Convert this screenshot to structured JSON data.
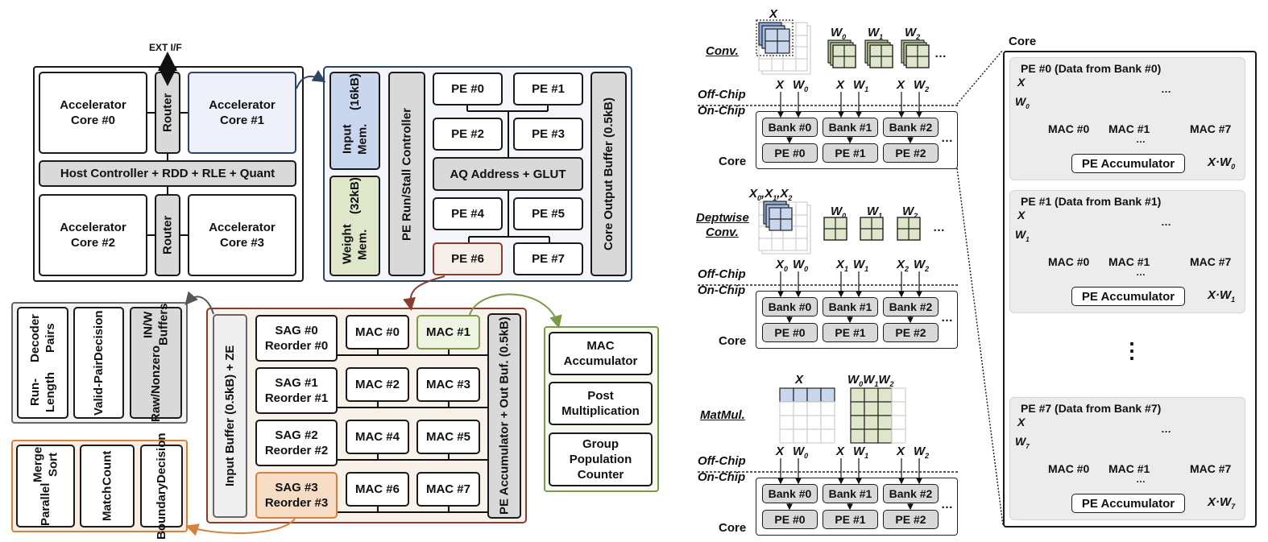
{
  "colors": {
    "core1_fill": "#eef1fa",
    "core_detail_border": "#2f4566",
    "input_mem": "#c9d7ee",
    "weight_mem": "#dfe6c9",
    "pe6_border": "#8b3a2e",
    "pe6_fill": "#f6efe9",
    "pe_detail_border": "#8b3a2e",
    "mac1_border": "#7b9a4a",
    "mac1_fill": "#eef3e2",
    "mac_detail_border": "#7b9a4a",
    "sag3_fill": "#f6dcc4",
    "sag3_border": "#d4833f",
    "sort_group_border": "#d4833f",
    "sort_group_fill": "#fbeee1",
    "decoder_group_border": "#666666",
    "x_light": "#c9d7ee",
    "x_mid": "#8ea9dc",
    "x_dark": "#2f4566",
    "w_light": "#dfe6c9",
    "w_mid": "#7b9a4a",
    "w_dark": "#4f6228"
  },
  "chip": {
    "ext_if": "EXT I/F",
    "cores": [
      "Accelerator Core #0",
      "Accelerator Core #1",
      "Accelerator Core #2",
      "Accelerator Core #3"
    ],
    "router": "Router",
    "host": "Host Controller + RDD + RLE + Quant"
  },
  "core_detail": {
    "input_mem": [
      "Input Mem.",
      "(16kB)"
    ],
    "weight_mem": [
      "Weight Mem.",
      "(32kB)"
    ],
    "controller": "PE Run/Stall Controller",
    "pes": [
      "PE #0",
      "PE #1",
      "PE #2",
      "PE #3",
      "PE #4",
      "PE #5",
      "PE #6",
      "PE #7"
    ],
    "aq": "AQ Address + GLUT",
    "output_buffer": "Core Output Buffer (0.5kB)"
  },
  "decoder_group": {
    "items": [
      [
        "Run-Length",
        "Decoder Pairs"
      ],
      [
        "Valid-Pair",
        "Decision"
      ],
      [
        "Raw/Nonzero",
        "IN/W Buffers"
      ]
    ]
  },
  "sort_group": {
    "items": [
      [
        "Parallel",
        "Merge Sort"
      ],
      [
        "Match",
        "Count"
      ],
      [
        "Boundary",
        "Decision"
      ]
    ]
  },
  "pe_detail": {
    "input_buffer": "Input Buffer (0.5kB) + ZE",
    "sags": [
      [
        "SAG #0",
        "Reorder #0"
      ],
      [
        "SAG #1",
        "Reorder #1"
      ],
      [
        "SAG #2",
        "Reorder #2"
      ],
      [
        "SAG #3",
        "Reorder #3"
      ]
    ],
    "macs": [
      "MAC #0",
      "MAC #1",
      "MAC #2",
      "MAC #3",
      "MAC #4",
      "MAC #5",
      "MAC #6",
      "MAC #7"
    ],
    "accumulator": "PE Accumulator + Out Buf. (0.5kB)"
  },
  "mac_detail": {
    "items": [
      [
        "MAC",
        "Accumulator"
      ],
      [
        "Post",
        "Multiplication"
      ],
      [
        "Group",
        "Population",
        "Counter"
      ]
    ]
  },
  "dataflow": {
    "off_chip": "Off-Chip",
    "on_chip": "On-Chip",
    "core": "Core",
    "ellipsis": "…",
    "banks": [
      "Bank #0",
      "Bank #1",
      "Bank #2"
    ],
    "pes": [
      "PE #0",
      "PE #1",
      "PE #2"
    ],
    "sections": [
      {
        "title": "Conv.",
        "tensor_labels": [
          "X",
          "W0",
          "W1",
          "W2"
        ],
        "inputs": [
          [
            "X",
            "W0"
          ],
          [
            "X",
            "W1"
          ],
          [
            "X",
            "W2"
          ]
        ]
      },
      {
        "title": [
          "Deptwise",
          "Conv."
        ],
        "tensor_labels": [
          "X0, X1, X2",
          "W0",
          "W1",
          "W2"
        ],
        "inputs": [
          [
            "X0",
            "W0"
          ],
          [
            "X1",
            "W1"
          ],
          [
            "X2",
            "W2"
          ]
        ]
      },
      {
        "title": "MatMul.",
        "tensor_labels": [
          "X",
          "W0 W1 W2"
        ],
        "inputs": [
          [
            "X",
            "W0"
          ],
          [
            "X",
            "W1"
          ],
          [
            "X",
            "W2"
          ]
        ]
      }
    ]
  },
  "core_zoom": {
    "title": "Core",
    "vdots": "⋮",
    "pes": [
      {
        "title": "PE #0 (Data from Bank #0)",
        "x": "X",
        "w": "W",
        "w_sub": "0",
        "macs": [
          "MAC #0",
          "MAC #1",
          "MAC #7"
        ],
        "acc": "PE Accumulator",
        "out": "X·W",
        "out_sub": "0"
      },
      {
        "title": "PE #1 (Data from Bank #1)",
        "x": "X",
        "w": "W",
        "w_sub": "1",
        "macs": [
          "MAC #0",
          "MAC #1",
          "MAC #7"
        ],
        "acc": "PE Accumulator",
        "out": "X·W",
        "out_sub": "1"
      },
      {
        "title": "PE #7 (Data from Bank #7)",
        "x": "X",
        "w": "W",
        "w_sub": "7",
        "macs": [
          "MAC #0",
          "MAC #1",
          "MAC #7"
        ],
        "acc": "PE Accumulator",
        "out": "X·W",
        "out_sub": "7"
      }
    ]
  }
}
